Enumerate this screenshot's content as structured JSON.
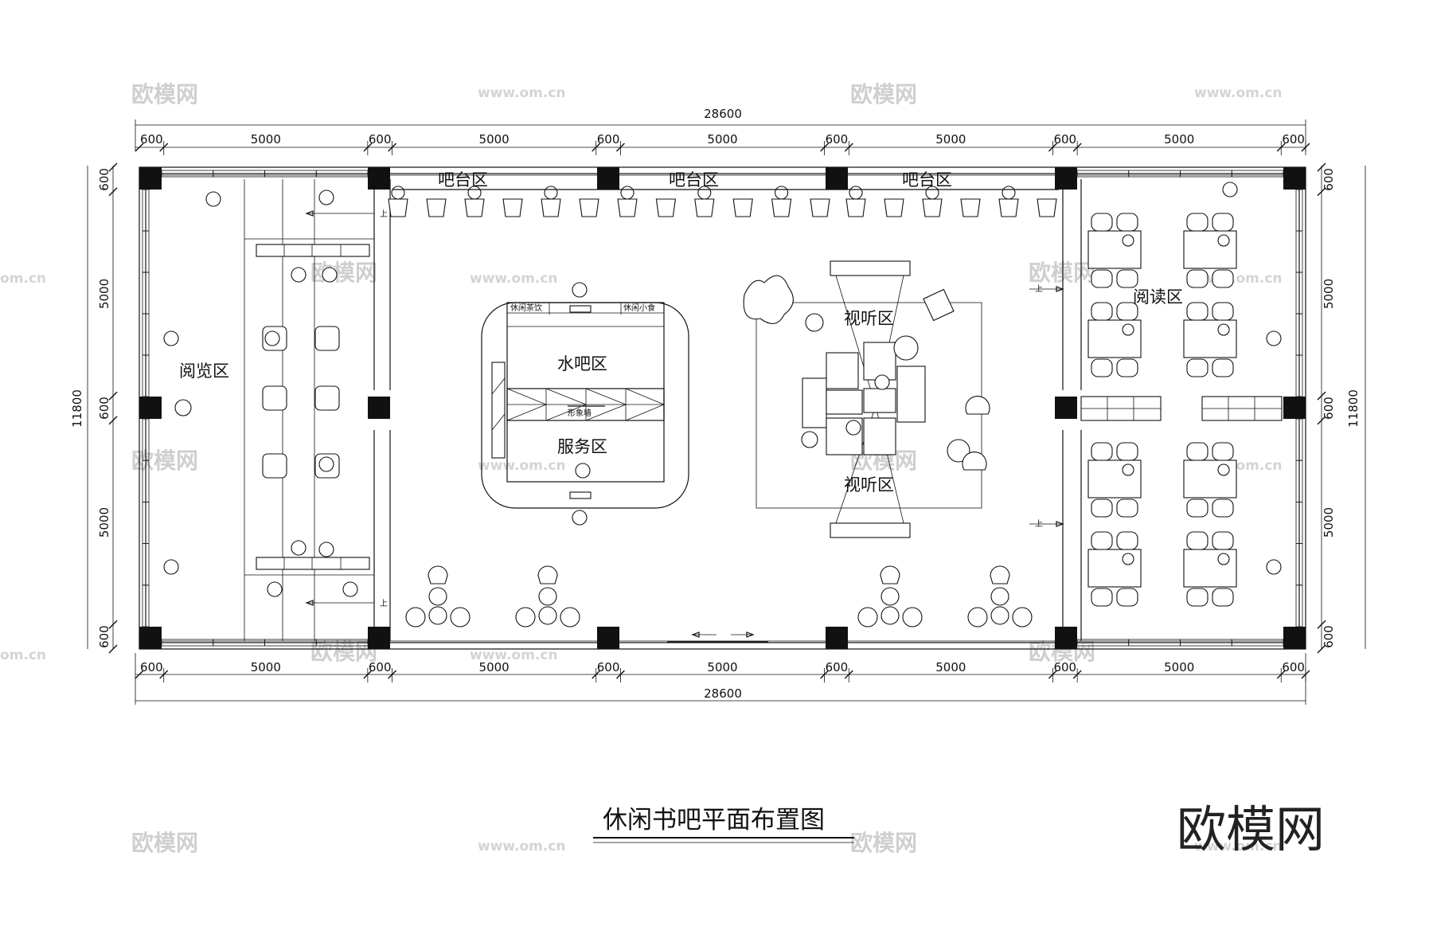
{
  "drawing": {
    "title": "休闲书吧平面布置图",
    "logo": "欧模网"
  },
  "dimensions": {
    "overall": "28600",
    "overall_height": "11800",
    "horizontal_segments": [
      "600",
      "5000",
      "600",
      "5000",
      "600",
      "5000",
      "600",
      "5000",
      "600",
      "5000",
      "600"
    ],
    "vertical_segments": [
      "600",
      "5000",
      "600",
      "5000",
      "600"
    ]
  },
  "zones": {
    "bar_counter": "吧台区",
    "reading_browse": "阅览区",
    "reading": "阅读区",
    "water_bar": "水吧区",
    "service": "服务区",
    "av": "视听区",
    "leisure_tea": "休闲茶饮",
    "leisure_snack": "休闲小食",
    "image_wall": "形象墙"
  },
  "stair_label": "上",
  "watermark": {
    "logo": "欧模网",
    "url": "www.om.cn",
    "domain": "om.cn"
  }
}
